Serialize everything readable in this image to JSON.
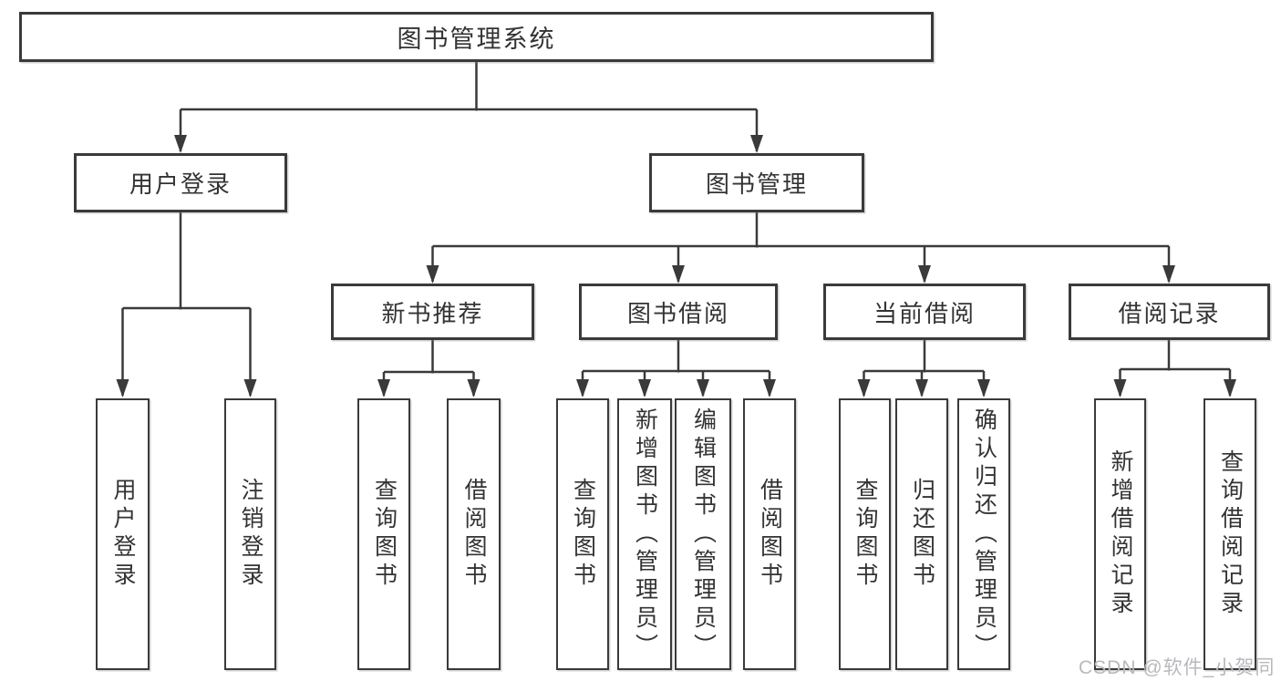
{
  "diagram": {
    "title": "图书管理系统",
    "branches": {
      "user_login": {
        "label": "用户登录",
        "children": [
          "用户登录",
          "注销登录"
        ]
      },
      "book_management": {
        "label": "图书管理",
        "sections": [
          {
            "label": "新书推荐",
            "children": [
              "查询图书",
              "借阅图书"
            ]
          },
          {
            "label": "图书借阅",
            "children": [
              "查询图书",
              "新增图书（管理员）",
              "编辑图书（管理员）",
              "借阅图书"
            ]
          },
          {
            "label": "当前借阅",
            "children": [
              "查询图书",
              "归还图书",
              "确认归还（管理员）"
            ]
          },
          {
            "label": "借阅记录",
            "children": [
              "新增借阅记录",
              "查询借阅记录"
            ]
          }
        ]
      }
    },
    "watermark": "CSDN @软件_小贺同学",
    "colors": {
      "line": "#3a3a3a",
      "text": "#333333",
      "background": "#ffffff",
      "watermark": "#b9b9bd"
    }
  }
}
